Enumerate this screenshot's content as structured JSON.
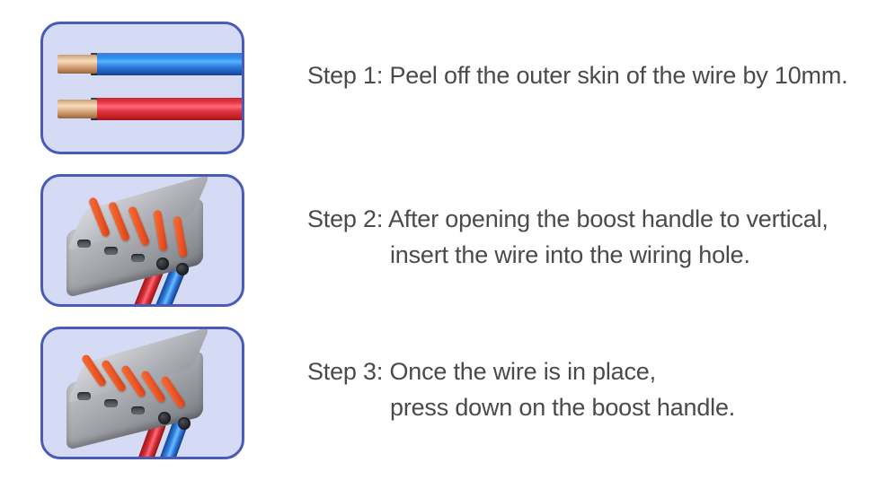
{
  "page": {
    "title": "Wire connector usage instructions",
    "background_color": "#ffffff",
    "text_color": "#4a4a4a"
  },
  "colors": {
    "card_border": "#4a5bb5",
    "card_fill": "#d6dbf5",
    "wire_blue": "#2a8ef0",
    "wire_blue_dark": "#1a4fa8",
    "wire_red": "#e8394a",
    "wire_red_dark": "#b81b1b",
    "copper": "#e8c49e",
    "connector_grey": "#a8aab0",
    "lever_orange": "#ef5a28"
  },
  "steps": [
    {
      "id": "step-1",
      "lines": [
        "Step 1: Peel off the outer skin of the wire by 10mm."
      ],
      "image": {
        "name": "stripped-wires-illustration",
        "description": "Two insulated wires with 10mm of outer skin peeled off exposing copper",
        "wires": [
          {
            "color_name": "blue",
            "position": "top"
          },
          {
            "color_name": "red",
            "position": "bottom"
          }
        ]
      }
    },
    {
      "id": "step-2",
      "lines": [
        "Step 2: After opening the boost handle to vertical,",
        "insert the wire into the wiring hole."
      ],
      "image": {
        "name": "connector-levers-open-illustration",
        "description": "Grey lever wire connector with orange boost handles raised vertical and red and blue wires being inserted",
        "lever_state": "open",
        "lever_count": 5
      }
    },
    {
      "id": "step-3",
      "lines": [
        "Step 3: Once the wire is in place,",
        "press down on the boost handle."
      ],
      "image": {
        "name": "connector-levers-closed-illustration",
        "description": "Grey lever wire connector with orange boost handles pressed down flat and red and blue wires clamped in place",
        "lever_state": "closed",
        "lever_count": 5
      }
    }
  ]
}
